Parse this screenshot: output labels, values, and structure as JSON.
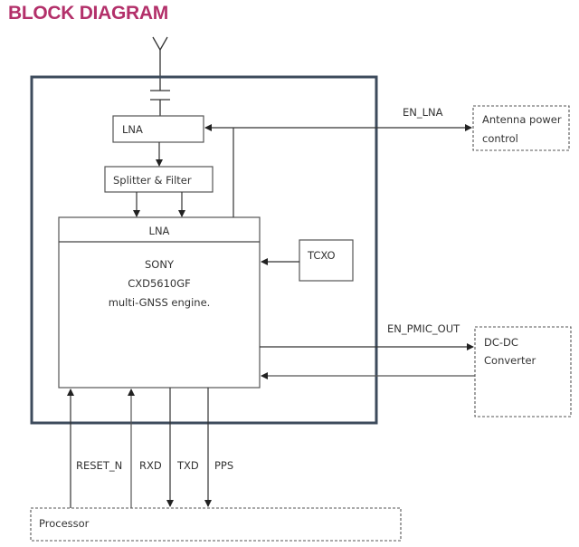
{
  "title": "BLOCK DIAGRAM",
  "colors": {
    "title": "#b3306a",
    "module_border": "#3d4b5c",
    "line": "#333333"
  },
  "blocks": {
    "lna_top": "LNA",
    "splitter": "Splitter & Filter",
    "chip_header": "LNA",
    "chip_line1": "SONY",
    "chip_line2": "CXD5610GF",
    "chip_line3": "multi-GNSS engine.",
    "tcxo": "TCXO",
    "antenna_power_line1": "Antenna power",
    "antenna_power_line2": "control",
    "dcdc_line1": "DC-DC",
    "dcdc_line2": "Converter",
    "processor": "Processor"
  },
  "signals": {
    "en_lna": "EN_LNA",
    "en_pmic_out": "EN_PMIC_OUT",
    "reset_n": "RESET_N",
    "rxd": "RXD",
    "txd": "TXD",
    "pps": "PPS"
  }
}
